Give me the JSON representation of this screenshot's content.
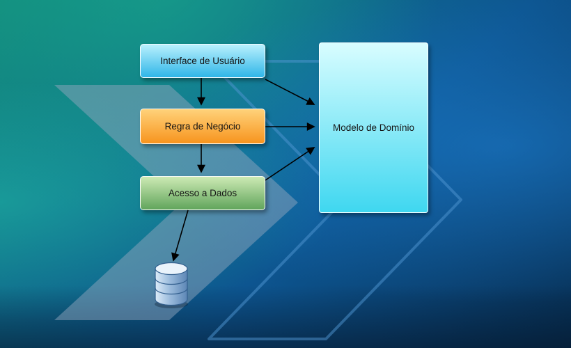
{
  "diagram": {
    "type": "layered-architecture-diagram",
    "nodes": [
      {
        "id": "ui",
        "label": "Interface de Usuário"
      },
      {
        "id": "business",
        "label": "Regra de Negócio"
      },
      {
        "id": "data",
        "label": "Acesso a Dados"
      },
      {
        "id": "domain",
        "label": "Modelo de Domínio"
      }
    ],
    "icons": [
      {
        "id": "database",
        "name": "database-cylinder-icon"
      }
    ],
    "edges": [
      {
        "from": "ui",
        "to": "business"
      },
      {
        "from": "business",
        "to": "data"
      },
      {
        "from": "data",
        "to": "database"
      },
      {
        "from": "ui",
        "to": "domain"
      },
      {
        "from": "business",
        "to": "domain"
      },
      {
        "from": "data",
        "to": "domain"
      }
    ],
    "colors": {
      "ui_box_top": "#b9f0fd",
      "ui_box_bottom": "#2fb6e8",
      "business_box_top": "#ffd27a",
      "business_box_bottom": "#f7941e",
      "data_box_top": "#cdeab4",
      "data_box_bottom": "#61a55c",
      "domain_box_top": "#d8fdff",
      "domain_box_bottom": "#3fd7f0",
      "arrow": "#000000",
      "background_teal": "#12897d",
      "background_blue": "#0a3f6e"
    }
  }
}
